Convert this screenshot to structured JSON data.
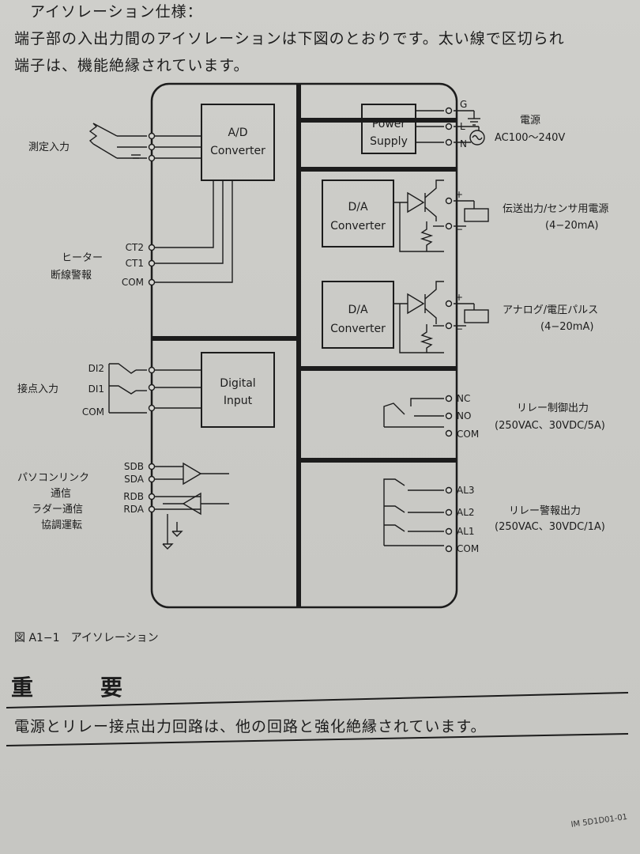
{
  "header": {
    "title": "アイソレーション仕様：",
    "line1": "端子部の入出力間のアイソレーションは下図のとおりです。太い線で区切られ",
    "line2": "端子は、機能絶縁されています。"
  },
  "diagram": {
    "left_labels": {
      "measure_input": "測定入力",
      "heater_line1": "ヒーター",
      "heater_line2": "断線警報",
      "contact_input": "接点入力",
      "pc_link": "パソコンリンク",
      "comm": "通信",
      "ladder": "ラダー通信",
      "coop": "協調運転"
    },
    "terminals_left": {
      "ct2": "CT2",
      "ct1": "CT1",
      "com1": "COM",
      "di2": "DI2",
      "di1": "DI1",
      "com2": "COM",
      "sdb": "SDB",
      "sda": "SDA",
      "rdb": "RDB",
      "rda": "RDA"
    },
    "blocks": {
      "ad_line1": "A/D",
      "ad_line2": "Converter",
      "ps_line1": "Power",
      "ps_line2": "Supply",
      "da1_line1": "D/A",
      "da1_line2": "Converter",
      "da2_line1": "D/A",
      "da2_line2": "Converter",
      "di_line1": "Digital",
      "di_line2": "Input"
    },
    "terminals_right": {
      "g": "G",
      "l": "L",
      "n": "N",
      "plus1": "+",
      "minus1": "−",
      "plus2": "+",
      "minus2": "−",
      "nc": "NC",
      "no": "NO",
      "com3": "COM",
      "al3": "AL3",
      "al2": "AL2",
      "al1": "AL1",
      "com4": "COM"
    },
    "right_labels": {
      "power_title": "電源",
      "power_spec": "AC100〜240V",
      "trans_title": "伝送出力/センサ用電源",
      "trans_spec": "(4−20mA)",
      "analog_title": "アナログ/電圧パルス",
      "analog_spec": "(4−20mA)",
      "relay_ctrl_title": "リレー制御出力",
      "relay_ctrl_spec": "(250VAC、30VDC/5A)",
      "relay_alarm_title": "リレー警報出力",
      "relay_alarm_spec": "(250VAC、30VDC/1A)"
    }
  },
  "caption": "図 A1−1　アイソレーション",
  "important": {
    "title_left": "重",
    "title_right": "要",
    "body": "電源とリレー接点出力回路は、他の回路と強化絶縁されています。"
  },
  "footer": "IM 5D1D01-01"
}
